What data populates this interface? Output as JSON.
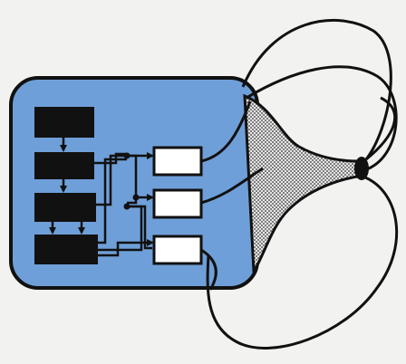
{
  "diagram": {
    "colors": {
      "background": "#f2f2f0",
      "panel_fill": "#6f9fd8",
      "stroke": "#111111",
      "dark_block": "#111111",
      "light_block": "#ffffff",
      "funnel_fill": "#cfcfcf"
    },
    "dark_blocks": [
      {
        "id": "block-1"
      },
      {
        "id": "block-2"
      },
      {
        "id": "block-3"
      },
      {
        "id": "block-4"
      }
    ],
    "light_blocks": [
      {
        "id": "output-1"
      },
      {
        "id": "output-2"
      },
      {
        "id": "output-3"
      }
    ]
  }
}
